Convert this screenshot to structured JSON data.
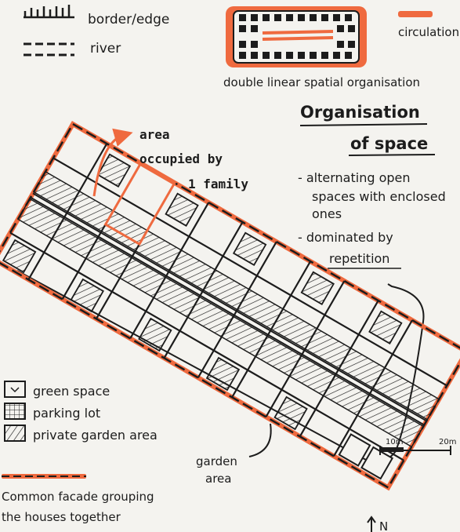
{
  "legend_top": {
    "border_label": "border/edge",
    "river_label": "river",
    "circulation_label": "circulation",
    "sketch_caption": "double linear spatial organisation"
  },
  "title": {
    "line1": "Organisation",
    "line2": "of space"
  },
  "notes": {
    "bullet1_line1": "- alternating open",
    "bullet1_line2": "spaces with enclosed",
    "bullet1_line3": "ones",
    "bullet2_line1": "- dominated by",
    "bullet2_line2": "repetition"
  },
  "annotations": {
    "family_line1": "area",
    "family_line2": "occupied by",
    "family_line3": "1 family",
    "garden_line1": "garden",
    "garden_line2": "area"
  },
  "legend_bottom": {
    "green": "green space",
    "parking": "parking lot",
    "private": "private garden area"
  },
  "facade": {
    "line1": "Common facade grouping",
    "line2": "the houses together"
  },
  "scale": {
    "label_10": "10m",
    "label_20": "20m"
  },
  "north": "N",
  "colors": {
    "ink": "#1c1c1c",
    "accent": "#ef6a3f"
  }
}
